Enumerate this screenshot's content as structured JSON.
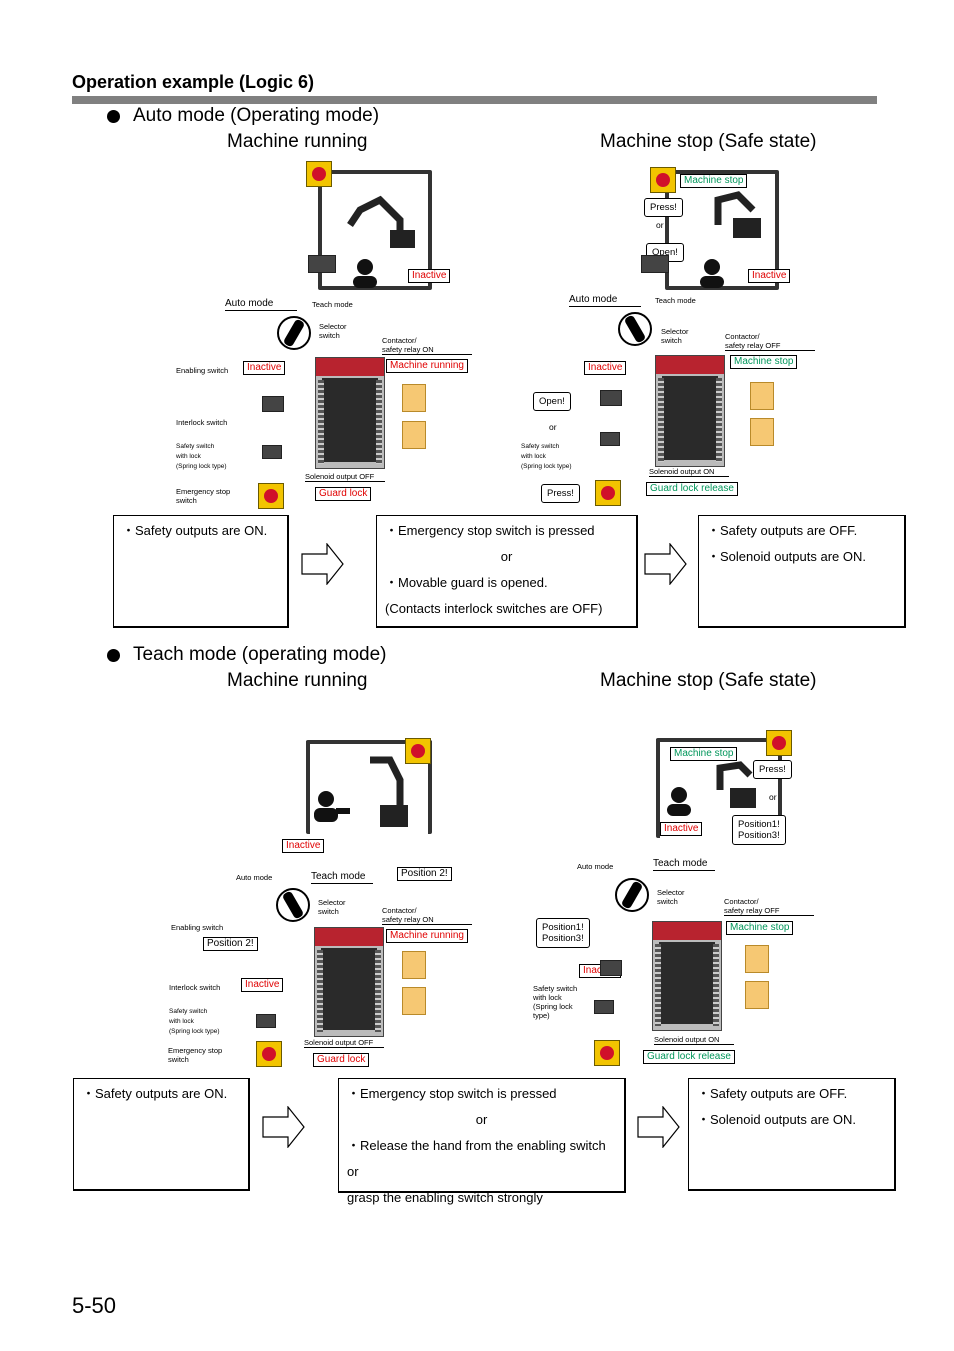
{
  "page": {
    "heading": "Operation example (Logic 6)",
    "page_number": "5-50"
  },
  "auto": {
    "section_title": "Auto mode (Operating mode)",
    "left_title": "Machine running",
    "right_title": "Machine stop (Safe state)",
    "left": {
      "inactive_top": "Inactive",
      "auto_mode": "Auto mode",
      "teach_mode": "Teach mode",
      "selector": "Selector\nswitch",
      "contactor": "Contactor/\nsafety relay ON",
      "status": "Machine running",
      "enabling": "Enabling switch",
      "enabling_state": "Inactive",
      "interlock": "Interlock switch",
      "safety_lock": "Safety switch\nwith lock\n(Spring lock type)",
      "estop": "Emergency stop\nswitch",
      "solenoid": "Solenoid output OFF",
      "lock_state": "Guard lock"
    },
    "right": {
      "machine_stop_top": "Machine stop",
      "press": "Press!",
      "or1": "or",
      "open": "Open!",
      "inactive_top": "Inactive",
      "auto_mode": "Auto mode",
      "teach_mode": "Teach mode",
      "selector": "Selector\nswitch",
      "contactor": "Contactor/\nsafety relay OFF",
      "status": "Machine stop",
      "enabling_state": "Inactive",
      "open2": "Open!",
      "or2": "or",
      "safety_lock": "Safety switch\nwith lock\n(Spring lock type)",
      "press2": "Press!",
      "solenoid": "Solenoid output ON",
      "lock_state": "Guard lock release"
    },
    "boxes": {
      "left": [
        "・Safety outputs are ON."
      ],
      "middle": [
        "・Emergency stop switch is pressed",
        "or",
        "・Movable guard is opened.",
        "(Contacts interlock switches are OFF)"
      ],
      "right": [
        "・Safety outputs are OFF.",
        "・Solenoid outputs are ON."
      ]
    }
  },
  "teach": {
    "section_title": "Teach mode (operating mode)",
    "left_title": "Machine running",
    "right_title": "Machine stop (Safe state)",
    "left": {
      "inactive_top": "Inactive",
      "position_top": "Position 2!",
      "auto_mode": "Auto mode",
      "teach_mode": "Teach mode",
      "selector": "Selector\nswitch",
      "contactor": "Contactor/\nsafety relay ON",
      "status": "Machine running",
      "enabling": "Enabling switch",
      "enabling_state": "Position 2!",
      "interlock": "Interlock switch",
      "interlock_state": "Inactive",
      "safety_lock": "Safety switch\nwith lock\n(Spring lock type)",
      "estop": "Emergency stop\nswitch",
      "solenoid": "Solenoid output OFF",
      "lock_state": "Guard lock"
    },
    "right": {
      "machine_stop_top": "Machine stop",
      "press": "Press!",
      "or1": "or",
      "position": "Position1!\nPosition3!",
      "inactive_top": "Inactive",
      "auto_mode": "Auto mode",
      "teach_mode": "Teach mode",
      "selector": "Selector\nswitch",
      "contactor": "Contactor/\nsafety relay OFF",
      "status": "Machine stop",
      "position2": "Position1!\nPosition3!",
      "interlock_state": "Inactive",
      "safety_lock": "Safety switch\nwith lock\n(Spring lock\ntype)",
      "solenoid": "Solenoid output ON",
      "lock_state": "Guard lock release"
    },
    "boxes": {
      "left": [
        "・Safety outputs are ON."
      ],
      "middle": [
        "・Emergency stop switch is pressed",
        "or",
        "・Release the hand from the enabling switch or",
        "grasp the enabling switch strongly"
      ],
      "right": [
        "・Safety outputs are OFF.",
        "・Solenoid outputs are ON."
      ]
    }
  },
  "colors": {
    "status_red": "#e00000",
    "status_green": "#00965a",
    "header_bar": "#808080"
  }
}
